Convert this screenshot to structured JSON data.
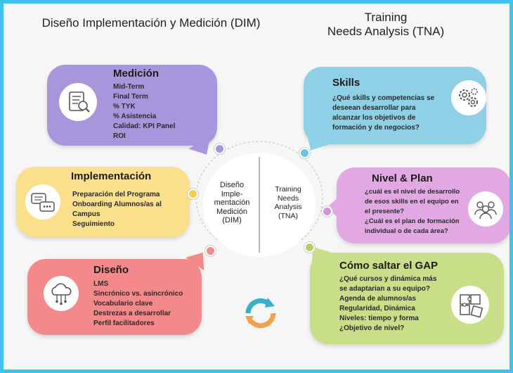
{
  "headers": {
    "dim_title": "Diseño Implementación y Medición (DIM)",
    "tna_line1": "Training",
    "tna_line2": "Needs Analysis (TNA)"
  },
  "center": {
    "left_lines": [
      "Diseño",
      "Imple-",
      "mentación",
      "Medición",
      "(DIM)"
    ],
    "right_lines": [
      "Training",
      "Needs",
      "Analysis",
      "(TNA)"
    ]
  },
  "medicion": {
    "title": "Medición",
    "items": [
      "Mid-Term",
      "Final Term",
      "% TYK",
      "% Asistencia",
      "Calidad: KPI Panel",
      "ROI"
    ],
    "color": "#a896dd",
    "icon": "document-magnifier-icon"
  },
  "implementacion": {
    "title": "Implementación",
    "items": [
      "Preparación del Programa",
      "Onboarding Alumnos/as al",
      "Campus",
      "Seguimiento"
    ],
    "color": "#fbe08c",
    "icon": "chat-bubbles-icon"
  },
  "diseno": {
    "title": "Diseño",
    "items": [
      "LMS",
      "Sincrónico vs. asincrónico",
      "Vocabulario clave",
      "Destrezas a desarrollar",
      "Perfil facilitadores"
    ],
    "color": "#f4898c",
    "icon": "cloud-network-icon"
  },
  "skills": {
    "title": "Skills",
    "items": [
      "¿Qué skills y competencias se",
      "deseean desarrollar para",
      "alcanzar los objetivos de",
      "formación y de negocios?"
    ],
    "color": "#8fd0e6",
    "icon": "gears-icon"
  },
  "nivel": {
    "title": "Nivel & Plan",
    "items": [
      "¿cuál es el nivel de desarrollo",
      "de esos skills en el equipo en",
      "el presente?",
      "¿Cuál es el plan de formación",
      "individual o de cada área?"
    ],
    "color": "#e2a8e3",
    "icon": "team-people-icon"
  },
  "gap": {
    "title": "Cómo saltar el GAP",
    "items": [
      "¿Qué cursos y dinámica más",
      "se adaptarian a su equipo?",
      "Agenda de alumnos/as",
      "Regularidad, Dinámica",
      "Niveles: tiempo y forma",
      "¿Objetivo de nivel?"
    ],
    "color": "#c8de88",
    "icon": "puzzle-icon"
  },
  "colors": {
    "frame": "#3ec4ea",
    "cycle_orange": "#f5a04a",
    "cycle_teal": "#39b0c8"
  }
}
